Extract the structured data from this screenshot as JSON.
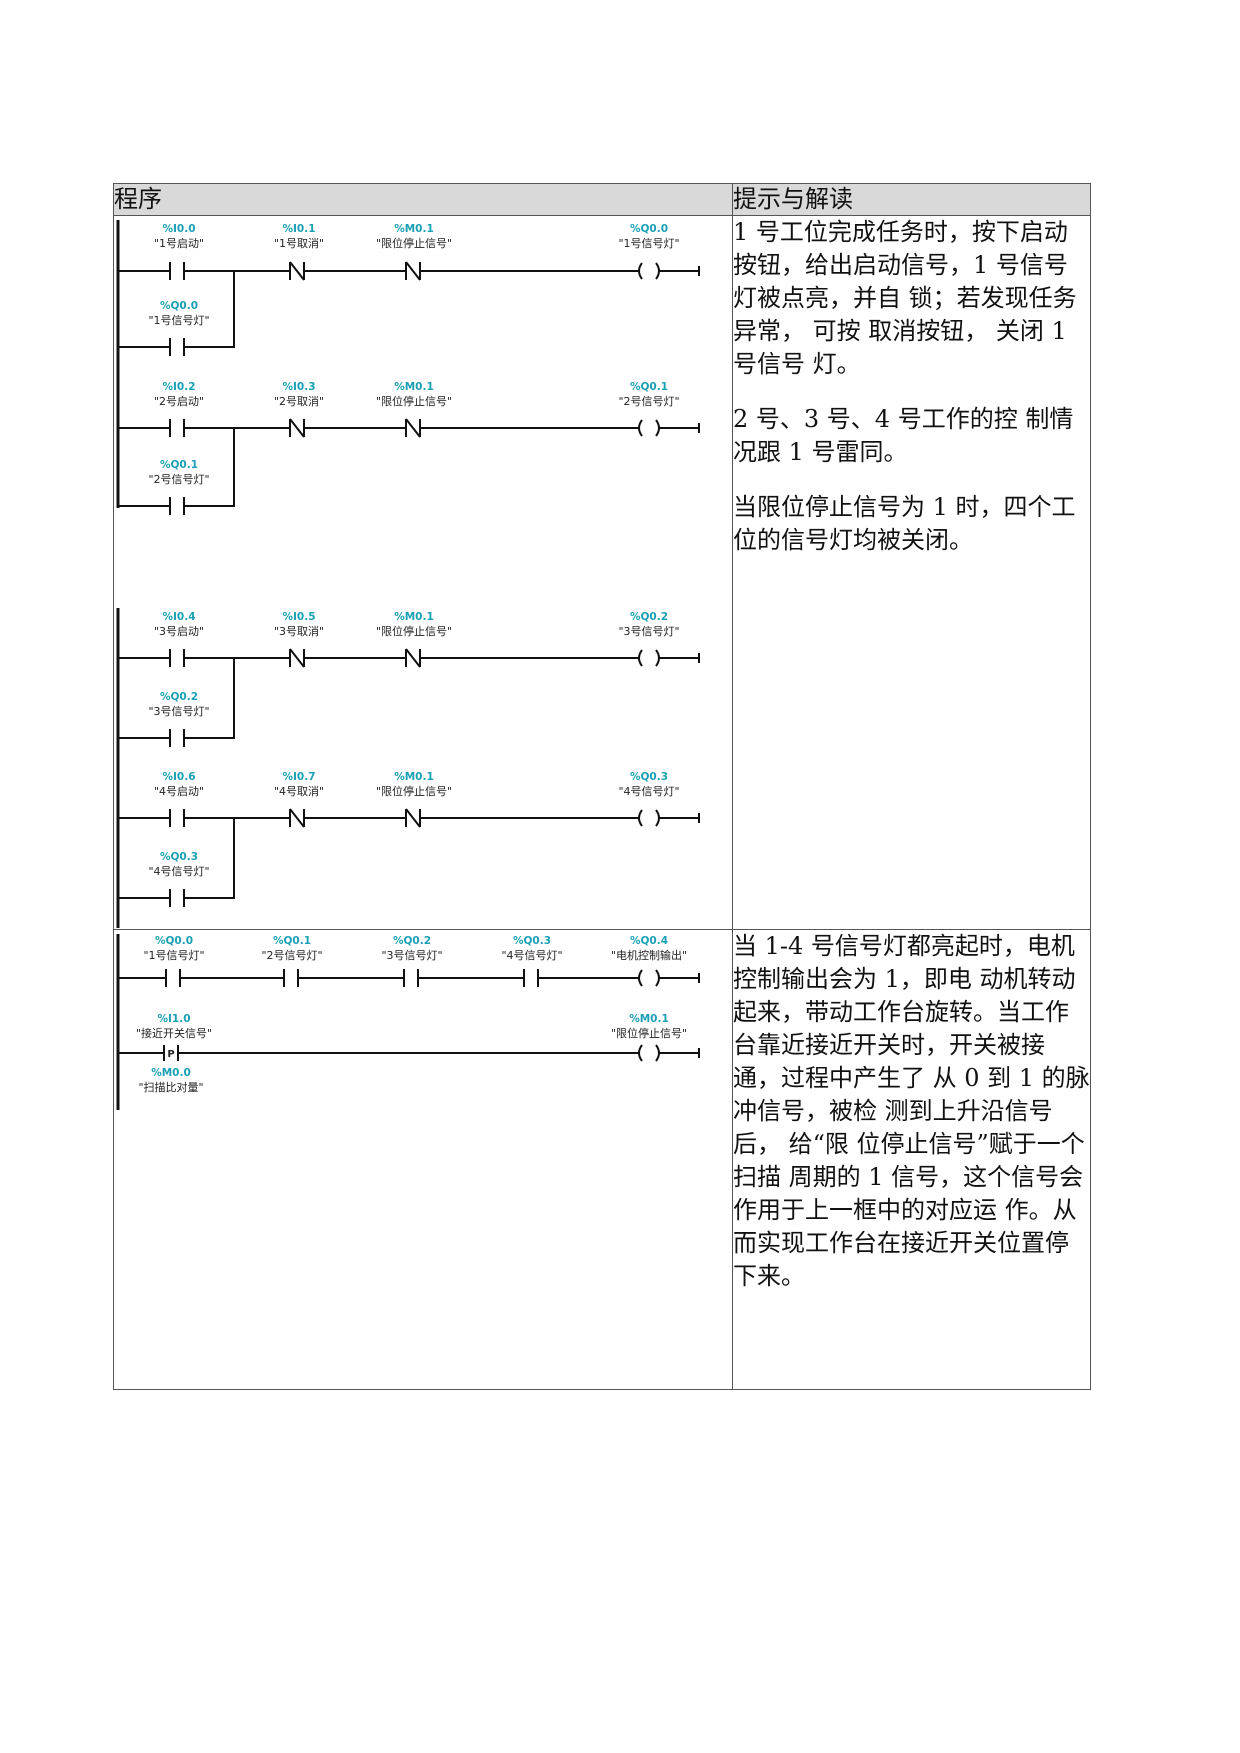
{
  "header": {
    "program": "程序",
    "notes": "提示与解读"
  },
  "block1": {
    "rungs": [
      {
        "contacts": [
          {
            "addr": "%I0.0",
            "tag": "\"1号启动\""
          },
          {
            "addr": "%I0.1",
            "tag": "\"1号取消\""
          },
          {
            "addr": "%M0.1",
            "tag": "\"限位停止信号\""
          }
        ],
        "coil": {
          "addr": "%Q0.0",
          "tag": "\"1号信号灯\""
        },
        "parallel": {
          "addr": "%Q0.0",
          "tag": "\"1号信号灯\""
        }
      },
      {
        "contacts": [
          {
            "addr": "%I0.2",
            "tag": "\"2号启动\""
          },
          {
            "addr": "%I0.3",
            "tag": "\"2号取消\""
          },
          {
            "addr": "%M0.1",
            "tag": "\"限位停止信号\""
          }
        ],
        "coil": {
          "addr": "%Q0.1",
          "tag": "\"2号信号灯\""
        },
        "parallel": {
          "addr": "%Q0.1",
          "tag": "\"2号信号灯\""
        }
      },
      {
        "contacts": [
          {
            "addr": "%I0.4",
            "tag": "\"3号启动\""
          },
          {
            "addr": "%I0.5",
            "tag": "\"3号取消\""
          },
          {
            "addr": "%M0.1",
            "tag": "\"限位停止信号\""
          }
        ],
        "coil": {
          "addr": "%Q0.2",
          "tag": "\"3号信号灯\""
        },
        "parallel": {
          "addr": "%Q0.2",
          "tag": "\"3号信号灯\""
        }
      },
      {
        "contacts": [
          {
            "addr": "%I0.6",
            "tag": "\"4号启动\""
          },
          {
            "addr": "%I0.7",
            "tag": "\"4号取消\""
          },
          {
            "addr": "%M0.1",
            "tag": "\"限位停止信号\""
          }
        ],
        "coil": {
          "addr": "%Q0.3",
          "tag": "\"4号信号灯\""
        },
        "parallel": {
          "addr": "%Q0.3",
          "tag": "\"4号信号灯\""
        }
      }
    ],
    "notes": [
      "1 号工位完成任务时，按下启动按钮，给出启动信号，1 号信号灯被点亮，并自 锁；若发现任务异常， 可按 取消按钮， 关闭 1 号信号 灯。",
      "2 号、3 号、4 号工作的控 制情况跟 1 号雷同。",
      "当限位停止信号为 1 时，四个工位的信号灯均被关闭。"
    ]
  },
  "block2": {
    "rung1": {
      "contacts": [
        {
          "addr": "%Q0.0",
          "tag": "\"1号信号灯\""
        },
        {
          "addr": "%Q0.1",
          "tag": "\"2号信号灯\""
        },
        {
          "addr": "%Q0.2",
          "tag": "\"3号信号灯\""
        },
        {
          "addr": "%Q0.3",
          "tag": "\"4号信号灯\""
        }
      ],
      "coil": {
        "addr": "%Q0.4",
        "tag": "\"电机控制输出\""
      }
    },
    "rung2": {
      "contact": {
        "addr": "%I1.0",
        "tag": "\"接近开关信号\""
      },
      "edge_symbol": "P",
      "edge_mem": {
        "addr": "%M0.0",
        "tag": "\"扫描比对量\""
      },
      "coil": {
        "addr": "%M0.1",
        "tag": "\"限位停止信号\""
      }
    },
    "notes": [
      "当 1-4 号信号灯都亮起时，电机控制输出会为 1，即电 动机转动起来，带动工作台旋转。当工作台靠近接近开关时，开关被接通，过程中产生了 从 0 到 1 的脉冲信号，被检 测到上升沿信号后， 给“限 位停止信号”赋于一个扫描 周期的 1 信号，这个信号会 作用于上一框中的对应运 作。从而实现工作台在接近开关位置停下来。"
    ]
  }
}
